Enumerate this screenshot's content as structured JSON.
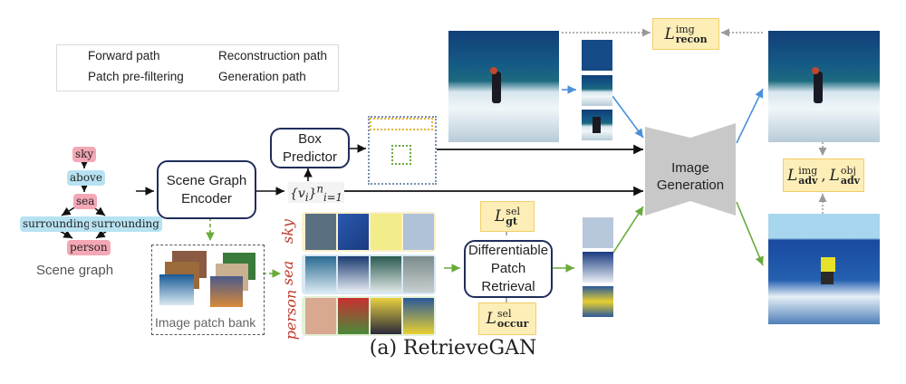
{
  "legend": {
    "forward": "Forward path",
    "reconstruction": "Reconstruction path",
    "prefilter": "Patch pre-filtering",
    "generation": "Generation path",
    "colors": {
      "forward": "#111111",
      "reconstruction": "#4a90d9",
      "prefilter": "#6aaa3a",
      "generation": "#6aaa3a"
    }
  },
  "scene_graph": {
    "nodes": [
      "sky",
      "above",
      "sea",
      "surrounding",
      "surrounding",
      "person"
    ],
    "caption": "Scene graph"
  },
  "modules": {
    "encoder": "Scene Graph Encoder",
    "box_predictor": "Box Predictor",
    "retrieval": "Differentiable Patch Retrieval",
    "generation": "Image Generation",
    "patch_bank": "Image patch bank",
    "vi_base": "{v",
    "vi_sub": "i",
    "vi_close": "}",
    "vi_sup": "n",
    "vi_subrange": "i=1"
  },
  "patch_rows": [
    "sky",
    "sea",
    "person"
  ],
  "losses": {
    "recon": {
      "L": "L",
      "sup": "img",
      "sub": "recon"
    },
    "gt": {
      "L": "L",
      "sup": "sel",
      "sub": "gt"
    },
    "occur": {
      "L": "L",
      "sup": "sel",
      "sub": "occur"
    },
    "adv_img": {
      "L": "L",
      "sup": "img",
      "sub": "adv"
    },
    "adv_obj": {
      "L": "L",
      "sup": "obj",
      "sub": "adv"
    }
  },
  "caption": "(a) RetrieveGAN"
}
